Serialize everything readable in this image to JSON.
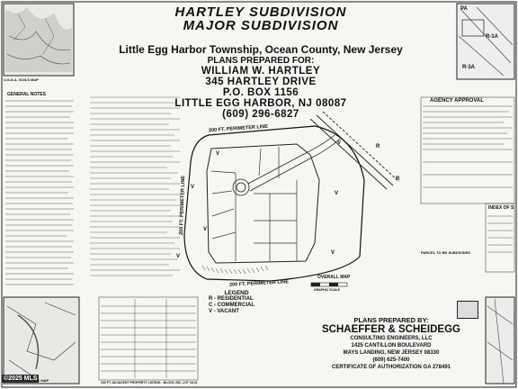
{
  "title": {
    "line1": "HARTLEY SUBDIVISION",
    "line2": "MAJOR SUBDIVISION",
    "township": "Little Egg Harbor Township, Ocean County, New Jersey",
    "prepared_for_label": "PLANS PREPARED FOR:",
    "owner": "WILLIAM W. HARTLEY",
    "address1": "345 HARTLEY DRIVE",
    "po_box": "P.O. BOX 1156",
    "city": "LITTLE EGG HARBOR, NJ 08087",
    "phone": "(609) 296-6827"
  },
  "drawing": {
    "perimeter_top": "200 FT. PERIMETER LINE",
    "perimeter_left": "200 FT. PERIMETER LINE",
    "perimeter_bottom": "200 FT. PERIMETER LINE",
    "overall_map": "OVERALL MAP",
    "graphic_scale": "GRAPHIC SCALE",
    "zone_v": "V",
    "zone_r": "R"
  },
  "sections": {
    "general_notes": "GENERAL NOTES",
    "agency_approvals": "AGENCY APPROVAL",
    "index_of_sheets": "INDEX OF S",
    "soils_map": "U.S.D.A. SOILS MAP",
    "tax_map": "TOWNSHIP TAX MAP",
    "property_listing": "200 FT. ADJACENT PROPERTY LISTING - BLOCK 262, LOT 16.01",
    "parcel_note": "PARCEL TO BE SUBDIVIDED",
    "zone_r3a": "R-3A",
    "zone_r1a": "R-1A",
    "pa_label": "PA"
  },
  "legend": {
    "title": "LEGEND",
    "items": [
      "R - RESIDENTIAL",
      "C - COMMERCIAL",
      "V - VACANT"
    ]
  },
  "prepared_by": {
    "label": "PLANS PREPARED BY:",
    "firm": "SCHAEFFER & SCHEIDEGG",
    "firm_sub": "CONSULTING ENGINEERS, LLC",
    "street": "1425 CANTILLON BOULEVARD",
    "city": "MAYS LANDING, NEW JERSEY  08330",
    "phone": "(609) 625-7400",
    "certificate": "CERTIFICATE OF AUTHORIZATION GA 278491"
  },
  "watermark": "©2025 MLS",
  "colors": {
    "ink": "#111111",
    "paper": "#f6f6f3"
  }
}
